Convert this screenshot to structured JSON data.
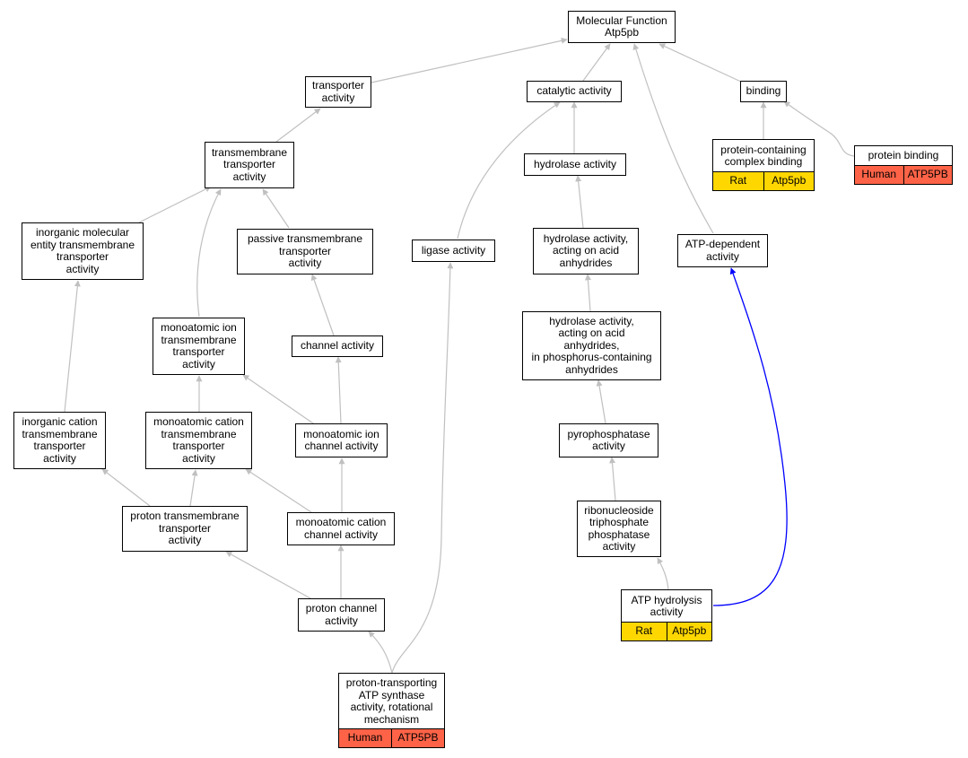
{
  "nodes": {
    "mf": [
      "Molecular Function",
      "Atp5pb"
    ],
    "transporter": [
      "transporter",
      "activity"
    ],
    "catalytic": [
      "catalytic activity"
    ],
    "binding": [
      "binding"
    ],
    "tmtransporter": [
      "transmembrane",
      "transporter",
      "activity"
    ],
    "hydrolase": [
      "hydrolase activity"
    ],
    "pcbinding": [
      "protein-containing",
      "complex binding"
    ],
    "pbinding": [
      "protein binding"
    ],
    "inorgmol": [
      "inorganic molecular",
      "entity transmembrane",
      "transporter",
      "activity"
    ],
    "passive": [
      "passive transmembrane",
      "transporter",
      "activity"
    ],
    "ligase": [
      "ligase activity"
    ],
    "hydroacid": [
      "hydrolase activity,",
      "acting on acid",
      "anhydrides"
    ],
    "atpdep": [
      "ATP-dependent",
      "activity"
    ],
    "hydrophos": [
      "hydrolase activity,",
      "acting on acid",
      "anhydrides,",
      "in phosphorus-containing",
      "anhydrides"
    ],
    "ionTm": [
      "monoatomic ion",
      "transmembrane",
      "transporter",
      "activity"
    ],
    "channel": [
      "channel activity"
    ],
    "inorgcat": [
      "inorganic cation",
      "transmembrane",
      "transporter",
      "activity"
    ],
    "catTm": [
      "monoatomic cation",
      "transmembrane",
      "transporter",
      "activity"
    ],
    "ionchan": [
      "monoatomic ion",
      "channel activity"
    ],
    "pyro": [
      "pyrophosphatase",
      "activity"
    ],
    "ribo": [
      "ribonucleoside",
      "triphosphate",
      "phosphatase",
      "activity"
    ],
    "protonTm": [
      "proton transmembrane",
      "transporter",
      "activity"
    ],
    "catchan": [
      "monoatomic cation",
      "channel activity"
    ],
    "protonchan": [
      "proton channel",
      "activity"
    ],
    "atphydro": [
      "ATP hydrolysis",
      "activity"
    ],
    "atpsynth": [
      "proton-transporting",
      "ATP synthase",
      "activity, rotational",
      "mechanism"
    ]
  },
  "annotations": {
    "pcbinding": [
      "Rat",
      "Atp5pb"
    ],
    "pbinding": [
      "Human",
      "ATP5PB"
    ],
    "atphydro": [
      "Rat",
      "Atp5pb"
    ],
    "atpsynth": [
      "Human",
      "ATP5PB"
    ]
  },
  "colors": {
    "human": "#ff6347",
    "rat": "#ffd700",
    "edge_gray": "#c0c0c0",
    "edge_blue": "#0000ff"
  }
}
